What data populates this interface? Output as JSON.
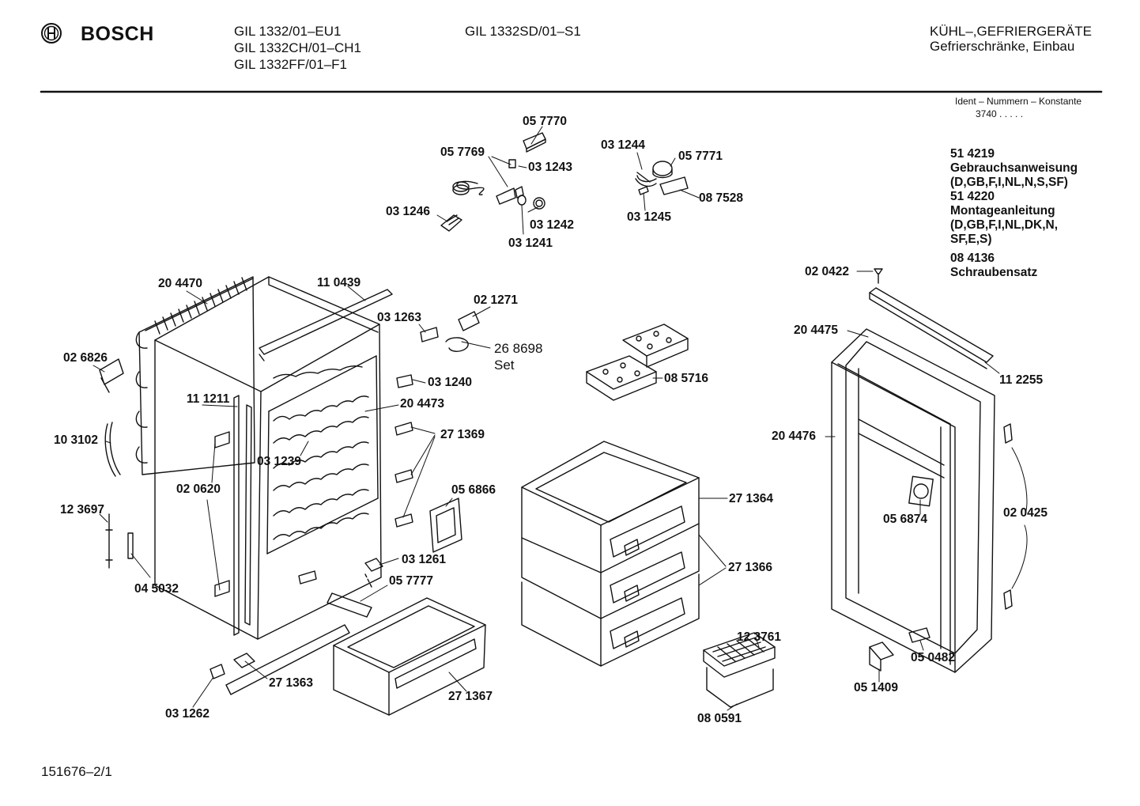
{
  "header": {
    "brand": "BOSCH",
    "models_col1": [
      "GIL 1332/01–EU1",
      "GIL 1332CH/01–CH1",
      "GIL 1332FF/01–F1"
    ],
    "model_col2": "GIL 1332SD/01–S1",
    "category_line1": "KÜHL–,GEFRIERGERÄTE",
    "category_line2": "Gefrierschränke, Einbau"
  },
  "ident": {
    "title": "Ident – Nummern – Konstante",
    "code": "3740 .  .  .  .  ."
  },
  "side_info": [
    "51 4219",
    "Gebrauchsanweisung",
    "(D,GB,F,I,NL,N,S,SF)",
    "51 4220",
    "Montageanleitung",
    "(D,GB,F,I,NL,DK,N,",
    "SF,E,S)"
  ],
  "screw_set": {
    "number": "08 4136",
    "name": "Schraubensatz"
  },
  "labels": {
    "p057770": "05 7770",
    "p057769": "05 7769",
    "p031243": "03 1243",
    "p031246": "03 1246",
    "p031242": "03 1242",
    "p031241": "03 1241",
    "p031244": "03 1244",
    "p057771": "05 7771",
    "p087528": "08 7528",
    "p031245": "03 1245",
    "p204470": "20 4470",
    "p110439": "11 0439",
    "p021271": "02 1271",
    "p031263": "03 1263",
    "p268698": "26 8698",
    "p268698_set": "Set",
    "p026826": "02 6826",
    "p031240": "03 1240",
    "p111211": "11 1211",
    "p204473": "20 4473",
    "p103102": "10 3102",
    "p271369": "27 1369",
    "p031239": "03 1239",
    "p020620": "02 0620",
    "p056866": "05 6866",
    "p123697": "12 3697",
    "p031261": "03 1261",
    "p045032": "04 5032",
    "p057777": "05 7777",
    "p271363": "27 1363",
    "p031262": "03 1262",
    "p271367": "27 1367",
    "p085716": "08 5716",
    "p271364": "27 1364",
    "p271366": "27 1366",
    "p123761": "12 3761",
    "p080591": "08 0591",
    "p020422": "02 0422",
    "p204475": "20 4475",
    "p112255": "11 2255",
    "p204476": "20 4476",
    "p056874": "05 6874",
    "p020425": "02 0425",
    "p050482": "05 0482",
    "p051409": "05 1409"
  },
  "footer": {
    "drawing_number": "151676–2/1"
  }
}
